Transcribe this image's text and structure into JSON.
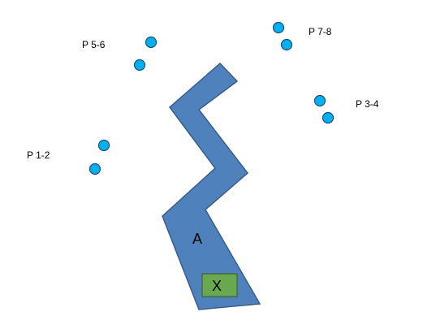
{
  "diagram": {
    "colors": {
      "shape_fill": "#4f81bd",
      "shape_stroke": "#385d8a",
      "point_fill": "#00b0f0",
      "point_stroke": "#1f4e79",
      "box_fill": "#6aa84f",
      "box_stroke": "#385723"
    },
    "shape_label": "A",
    "box_label": "X",
    "point_groups": [
      {
        "label": "P 1-2"
      },
      {
        "label": "P 3-4"
      },
      {
        "label": "P 5-6"
      },
      {
        "label": "P 7-8"
      }
    ]
  }
}
